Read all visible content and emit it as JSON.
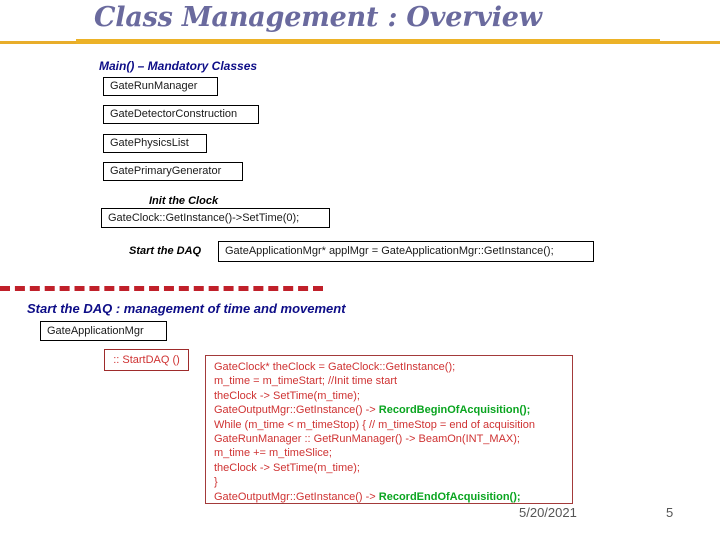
{
  "slide": {
    "title": "Class Management : Overview",
    "title_color": "#6a6a9e",
    "rule_color": "#ecb227",
    "separator_color": "#c0202a"
  },
  "main_section": {
    "heading": "Main() – Mandatory Classes",
    "heading_color": "#0d0d87",
    "classes": [
      {
        "name": "GateRunManager"
      },
      {
        "name": "GateDetectorConstruction"
      },
      {
        "name": "GatePhysicsList"
      },
      {
        "name": "GatePrimaryGenerator"
      }
    ],
    "init_clock": {
      "label": "Init the Clock",
      "code": "GateClock::GetInstance()->SetTime(0);"
    },
    "start_daq": {
      "label": "Start the DAQ",
      "code": "GateApplicationMgr* applMgr = GateApplicationMgr::GetInstance();"
    }
  },
  "daq_section": {
    "heading": "Start the DAQ : management of time and movement",
    "class_box": "GateApplicationMgr",
    "method_box": ":: StartDAQ ()",
    "method_color": "#cf3333",
    "code_color": "#cf3333",
    "highlight_color": "#0aa520",
    "code_lines": [
      {
        "text": "GateClock* theClock = GateClock::GetInstance();",
        "highlight": ""
      },
      {
        "text": "m_time = m_timeStart; //Init time start",
        "highlight": ""
      },
      {
        "text": "theClock -> SetTime(m_time);",
        "highlight": ""
      },
      {
        "text": "GateOutputMgr::GetInstance() -> ",
        "highlight": "RecordBeginOfAcquisition();"
      },
      {
        "text": "While (m_time < m_timeStop) { // m_timeStop = end of acquisition",
        "highlight": ""
      },
      {
        "text": "GateRunManager :: GetRunManager() -> BeamOn(INT_MAX);",
        "highlight": ""
      },
      {
        "text": "m_time += m_timeSlice;",
        "highlight": ""
      },
      {
        "text": "theClock -> SetTime(m_time);",
        "highlight": ""
      },
      {
        "text": "}",
        "highlight": ""
      },
      {
        "text": "GateOutputMgr::GetInstance() -> ",
        "highlight": "RecordEndOfAcquisition();"
      }
    ]
  },
  "footer": {
    "date": "5/20/2021",
    "page_number": "5"
  }
}
